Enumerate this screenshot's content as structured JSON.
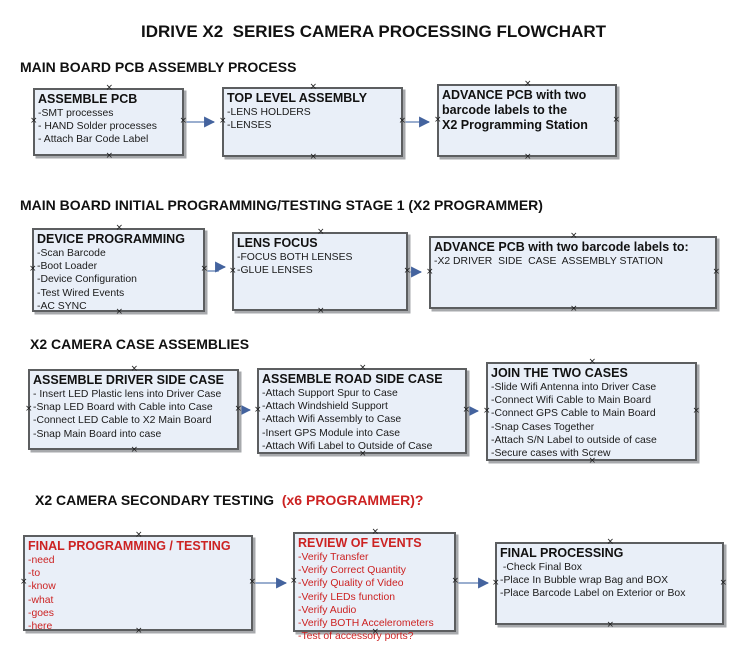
{
  "title": "IDRIVE X2  SERIES CAMERA PROCESSING FLOWCHART",
  "colors": {
    "box_fill": "#e9eff8",
    "box_border": "#5c5e60",
    "arrow_line": "#8ca3c8",
    "arrow_head": "#44639e",
    "red_text": "#cc2222",
    "black_text": "#141414"
  },
  "sections": [
    {
      "heading": "MAIN BOARD PCB ASSEMBLY PROCESS",
      "boxes": [
        {
          "title": "ASSEMBLE PCB",
          "items": [
            "-SMT processes",
            "- HAND Solder processes",
            "- Attach Bar Code Label"
          ]
        },
        {
          "title": "TOP LEVEL ASSEMBLY",
          "items": [
            "-LENS HOLDERS",
            "-LENSES"
          ]
        },
        {
          "title": "ADVANCE PCB with two\nbarcode labels to the\n X2 Programming Station",
          "items": []
        }
      ]
    },
    {
      "heading": "MAIN BOARD INITIAL PROGRAMMING/TESTING STAGE 1 (X2 PROGRAMMER)",
      "boxes": [
        {
          "title": "DEVICE PROGRAMMING",
          "items": [
            "-Scan Barcode",
            "-Boot Loader",
            "-Device Configuration",
            "-Test Wired Events",
            "-AC SYNC"
          ]
        },
        {
          "title": "LENS FOCUS",
          "items": [
            "-FOCUS BOTH LENSES",
            "-GLUE LENSES"
          ]
        },
        {
          "title": "ADVANCE PCB with two barcode labels to:",
          "items": [
            "-X2 DRIVER  SIDE  CASE  ASSEMBLY STATION"
          ]
        }
      ]
    },
    {
      "heading": "X2 CAMERA CASE ASSEMBLIES",
      "boxes": [
        {
          "title": "ASSEMBLE DRIVER SIDE CASE",
          "items": [
            "- Insert LED Plastic lens into Driver Case",
            "-Snap LED Board with Cable into Case",
            "-Connect LED Cable to X2 Main Board",
            "-Snap Main Board into case"
          ]
        },
        {
          "title": "ASSEMBLE ROAD SIDE CASE",
          "items": [
            "-Attach Support Spur to Case",
            "-Attach Windshield Support",
            "-Attach Wifi Assembly to Case",
            "-Insert GPS Module into Case",
            "-Attach Wifi Label to Outside of Case"
          ]
        },
        {
          "title": "JOIN THE TWO CASES",
          "items": [
            "-Slide Wifi Antenna into Driver Case",
            "-Connect Wifi Cable to Main Board",
            "-Connect GPS Cable to Main Board",
            "-Snap Cases Together",
            "-Attach S/N Label to outside of case",
            "-Secure cases with Screw"
          ]
        }
      ]
    },
    {
      "heading": "X2 CAMERA SECONDARY TESTING ",
      "heading_red": " (x6 PROGRAMMER)?",
      "boxes": [
        {
          "title": "FINAL PROGRAMMING / TESTING",
          "red": true,
          "items": [
            "-need",
            "-to",
            "-know",
            "-what",
            "-goes",
            "-here"
          ]
        },
        {
          "title": "REVIEW OF EVENTS",
          "red": true,
          "items": [
            "-Verify Transfer",
            "-Verify Correct Quantity",
            "-Verify Quality of Video",
            "-Verify LEDs function",
            "-Verify Audio",
            "-Verify BOTH Accelerometers",
            "-Test of accessory ports?"
          ]
        },
        {
          "title": "FINAL PROCESSING",
          "items": [
            " -Check Final Box",
            "-Place In Bubble wrap Bag and BOX",
            "-Place Barcode Label on Exterior or Box"
          ]
        }
      ]
    }
  ]
}
